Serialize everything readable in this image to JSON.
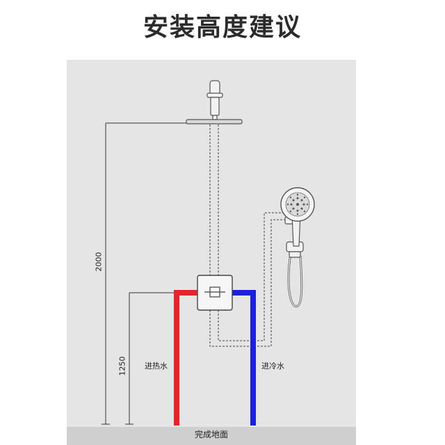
{
  "title": "安装高度建议",
  "floor_label": "完成地面",
  "dimensions": {
    "overhead_height": "2000",
    "valve_height": "1250"
  },
  "pipes": {
    "hot_label": "进热水",
    "cold_label": "进冷水"
  },
  "colors": {
    "hot_pipe": "#e8232a",
    "cold_pipe": "#1c1ee0",
    "wall": "#e5e5e5",
    "floor": "#cfcfcf"
  }
}
